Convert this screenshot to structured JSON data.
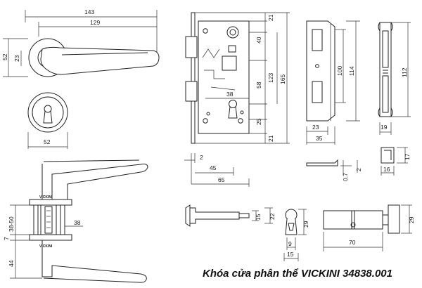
{
  "title": "Khóa cửa phân thể VICKINI 34838.001",
  "brand_mark": "VICKINI",
  "handle_top_view": {
    "dims": [
      "143",
      "129",
      "52",
      "23"
    ]
  },
  "escutcheon": {
    "dims": [
      "52"
    ]
  },
  "handle_side_view": {
    "dims": [
      "38-50",
      "7",
      "38",
      "44"
    ]
  },
  "lock_body": {
    "dims": [
      "21",
      "40",
      "58",
      "123",
      "165",
      "25",
      "21",
      "38",
      "2",
      "45",
      "65"
    ]
  },
  "strike_plate": {
    "dims": [
      "100",
      "114",
      "23",
      "35",
      "0.7",
      "2"
    ]
  },
  "box_keeper": {
    "dims": [
      "112",
      "19",
      "17",
      "16"
    ]
  },
  "latch": {
    "dims": [
      "15",
      "22"
    ]
  },
  "thumb_turn": {
    "dims": [
      "29",
      "9",
      "15"
    ]
  },
  "cylinder": {
    "dims": [
      "70",
      "29"
    ]
  }
}
